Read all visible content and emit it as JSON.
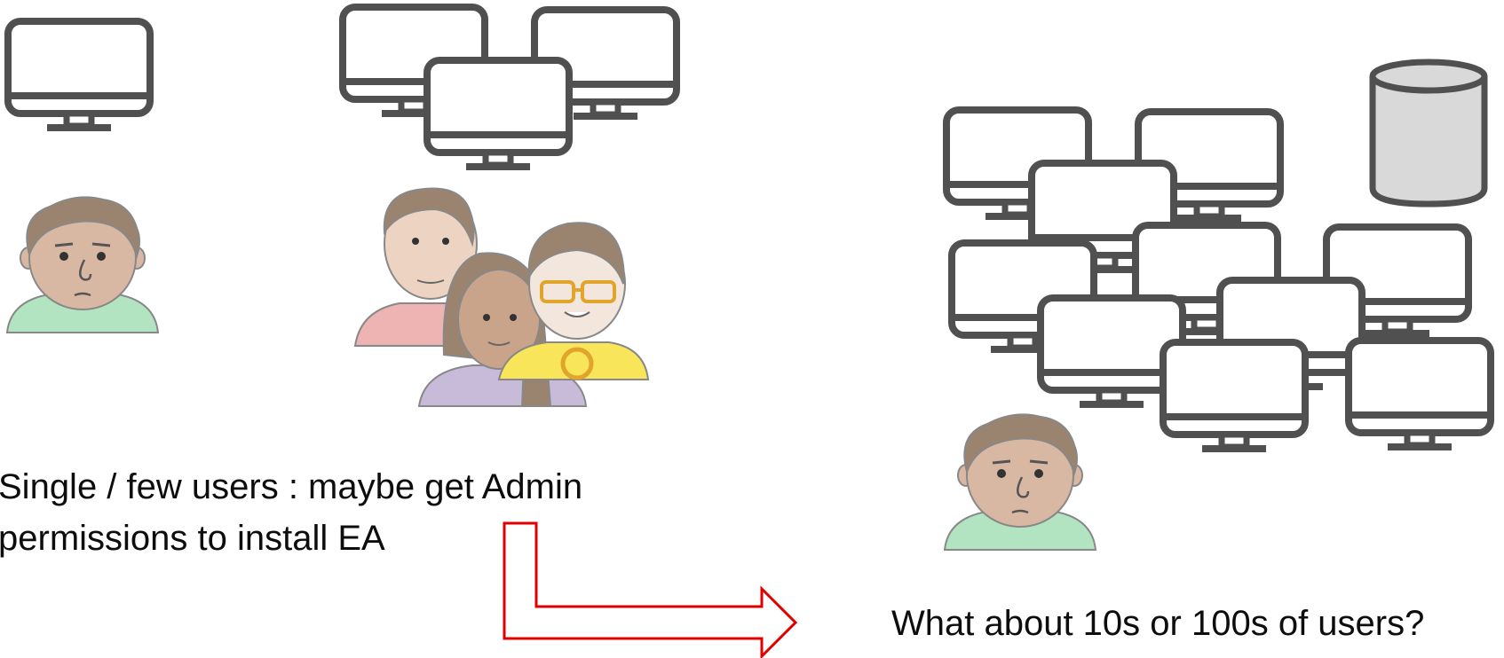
{
  "captions": {
    "left_line1": "Single / few users : maybe get Admin",
    "left_line2": "permissions to install EA",
    "right": "What about 10s or 100s of users?"
  },
  "icons": {
    "monitor": "monitor-icon",
    "user": "user-avatar",
    "database": "database-icon",
    "arrow": "elbow-arrow"
  },
  "colors": {
    "outline": "#505050",
    "arrow": "#e00000",
    "shirt_green": "#b2e4c2",
    "shirt_pink": "#eeb3b3",
    "shirt_yellow": "#f8e55a",
    "shirt_purple": "#c8bad9",
    "skin": "#d9b8a3",
    "hair": "#9a8470",
    "database_fill": "#d9d9d9"
  }
}
